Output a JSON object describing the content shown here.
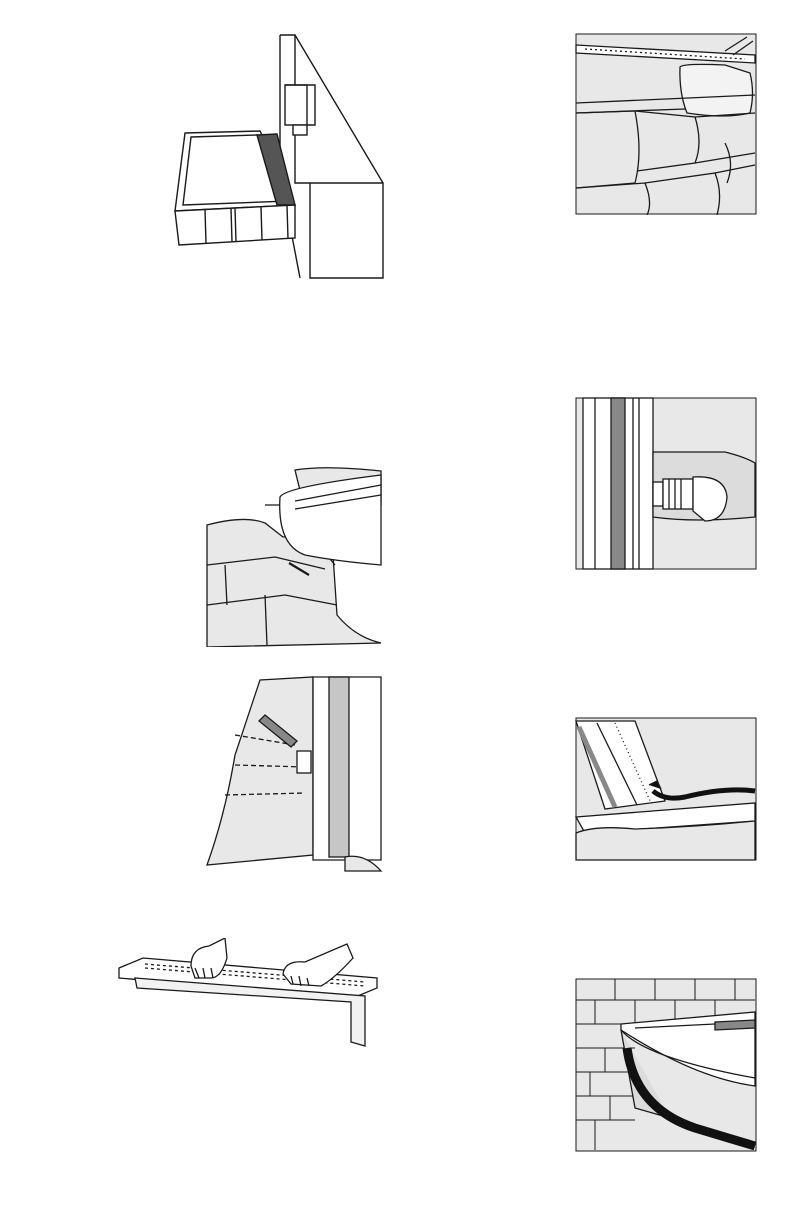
{
  "page": {
    "background": "#ffffff",
    "text_visible": false
  },
  "figures": [
    {
      "id": "basin-wall",
      "icon": "reservoir-basin-and-wall-illustration"
    },
    {
      "id": "stone-ledge",
      "icon": "stone-wall-with-ledge-illustration"
    },
    {
      "id": "edge-marking",
      "icon": "stone-edge-marking-illustration"
    },
    {
      "id": "pipe-fitting",
      "icon": "pipe-fitting-connection-illustration"
    },
    {
      "id": "level-check",
      "icon": "level-on-wall-illustration"
    },
    {
      "id": "hose-channel",
      "icon": "hose-under-channel-illustration"
    },
    {
      "id": "hands-lip",
      "icon": "hands-cleaning-spillway-illustration"
    },
    {
      "id": "brick-hose",
      "icon": "brick-wall-hose-illustration"
    }
  ],
  "colors": {
    "line": "#1a1a1a",
    "panel_gray": "#e8e8e8",
    "stone_gray": "#dcdcdc",
    "dark_strip": "#888888",
    "light_strip": "#c6c6c6",
    "hose": "#111111"
  }
}
